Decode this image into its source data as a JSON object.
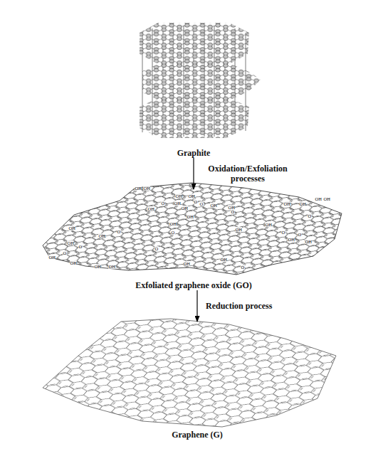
{
  "diagram": {
    "nodes": [
      {
        "text": [
          "Graphite"
        ]
      },
      {
        "text": [
          "Exfoliated graphene oxide (GO)"
        ]
      },
      {
        "text": [
          "Graphene (G)"
        ]
      }
    ],
    "edges": [
      {
        "from": 0,
        "to": 1,
        "arrow": "to",
        "label": "Oxidation/Exfoliation processes"
      },
      {
        "from": 1,
        "to": 2,
        "arrow": "to",
        "label": "Reduction process"
      }
    ],
    "labels": [
      "OH",
      "OH",
      "OH",
      "OH",
      "OH",
      "OH",
      "OH",
      "OH",
      "OH",
      "OH",
      "OH",
      "OH",
      "OH",
      "OH",
      "OH",
      "OH",
      "OH",
      "OH",
      "OH",
      "OH",
      "OH",
      "OH",
      "OH",
      "OH",
      "OH",
      "OH",
      "OH",
      "OH",
      "O",
      "O",
      "O",
      "O",
      "O",
      "O",
      "O",
      "O",
      "O",
      "O",
      "O",
      "O",
      "O"
    ]
  }
}
